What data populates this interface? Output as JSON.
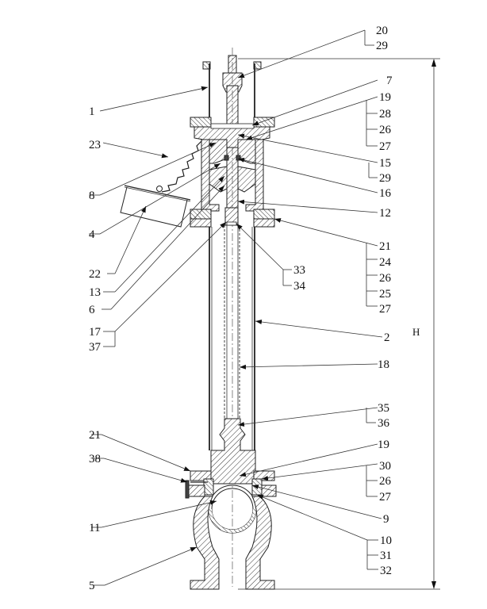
{
  "drawing": {
    "type": "patent technical cross-section drawing",
    "subject": "fire hydrant / valve assembly cross-section",
    "dimension_label": "H",
    "left_labels": [
      {
        "id": "l1",
        "text": "1"
      },
      {
        "id": "l23",
        "text": "23"
      },
      {
        "id": "l8",
        "text": "8"
      },
      {
        "id": "l4",
        "text": "4"
      },
      {
        "id": "l22",
        "text": "22"
      },
      {
        "id": "l13",
        "text": "13"
      },
      {
        "id": "l6",
        "text": "6"
      },
      {
        "id": "l17",
        "text": "17"
      },
      {
        "id": "l37",
        "text": "37"
      },
      {
        "id": "l21b",
        "text": "21"
      },
      {
        "id": "l38",
        "text": "38"
      },
      {
        "id": "l11",
        "text": "11"
      },
      {
        "id": "l5",
        "text": "5"
      }
    ],
    "right_labels": [
      {
        "id": "r20",
        "text": "20"
      },
      {
        "id": "r29a",
        "text": "29"
      },
      {
        "id": "r7",
        "text": "7"
      },
      {
        "id": "r19a",
        "text": "19"
      },
      {
        "id": "r28",
        "text": "28"
      },
      {
        "id": "r26a",
        "text": "26"
      },
      {
        "id": "r27a",
        "text": "27"
      },
      {
        "id": "r15",
        "text": "15"
      },
      {
        "id": "r29b",
        "text": "29"
      },
      {
        "id": "r16",
        "text": "16"
      },
      {
        "id": "r12",
        "text": "12"
      },
      {
        "id": "r21",
        "text": "21"
      },
      {
        "id": "r24",
        "text": "24"
      },
      {
        "id": "r26b",
        "text": "26"
      },
      {
        "id": "r25",
        "text": "25"
      },
      {
        "id": "r27b",
        "text": "27"
      },
      {
        "id": "r33",
        "text": "33"
      },
      {
        "id": "r34",
        "text": "34"
      },
      {
        "id": "r2",
        "text": "2"
      },
      {
        "id": "r18",
        "text": "18"
      },
      {
        "id": "r35",
        "text": "35"
      },
      {
        "id": "r36",
        "text": "36"
      },
      {
        "id": "r19b",
        "text": "19"
      },
      {
        "id": "r30",
        "text": "30"
      },
      {
        "id": "r26c",
        "text": "26"
      },
      {
        "id": "r27c",
        "text": "27"
      },
      {
        "id": "r9",
        "text": "9"
      },
      {
        "id": "r10",
        "text": "10"
      },
      {
        "id": "r31",
        "text": "31"
      },
      {
        "id": "r32",
        "text": "32"
      }
    ]
  }
}
